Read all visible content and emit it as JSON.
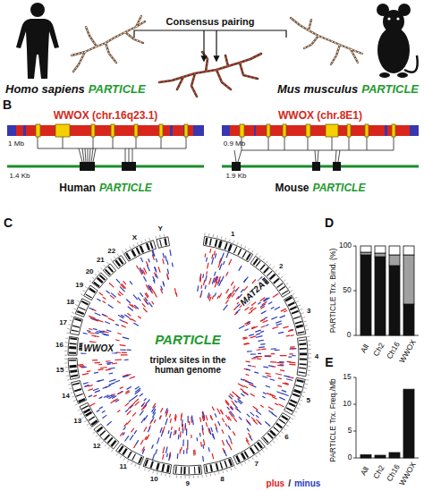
{
  "diagram": {
    "labels": [
      "B",
      "C",
      "D",
      "E",
      "Homo sapiens",
      "PARTICLE",
      "Consensus pairing",
      "Mus musculus",
      "PARTICLE",
      "WWOX (chr.16q23.1)",
      "1 Mb",
      "1.4 Kb",
      "Human",
      "PARTICLE",
      "WWOX (chr.8E1)",
      "0.9 Mb",
      "1.9 Kb",
      "Mouse",
      "PARTICLE",
      "1",
      "2",
      "3",
      "4",
      "5",
      "6",
      "7",
      "8",
      "9",
      "10",
      "11",
      "12",
      "13",
      "14",
      "15",
      "16",
      "17",
      "18",
      "19",
      "20",
      "21",
      "22",
      "X",
      "Y",
      "MAT2A",
      "WWOX",
      "PARTICLE",
      "triplex sites in the human genome",
      "plus",
      "/",
      "minus",
      "PARTICLE Trx. Bind. (%)",
      "0",
      "50",
      "100",
      "All",
      "Ch2",
      "Ch16",
      "WWOX",
      "PARTICLE Trx. Freq./Mb",
      "0",
      "5",
      "10",
      "15",
      "All",
      "Ch2",
      "Ch16",
      "WWOX"
    ]
  }
}
